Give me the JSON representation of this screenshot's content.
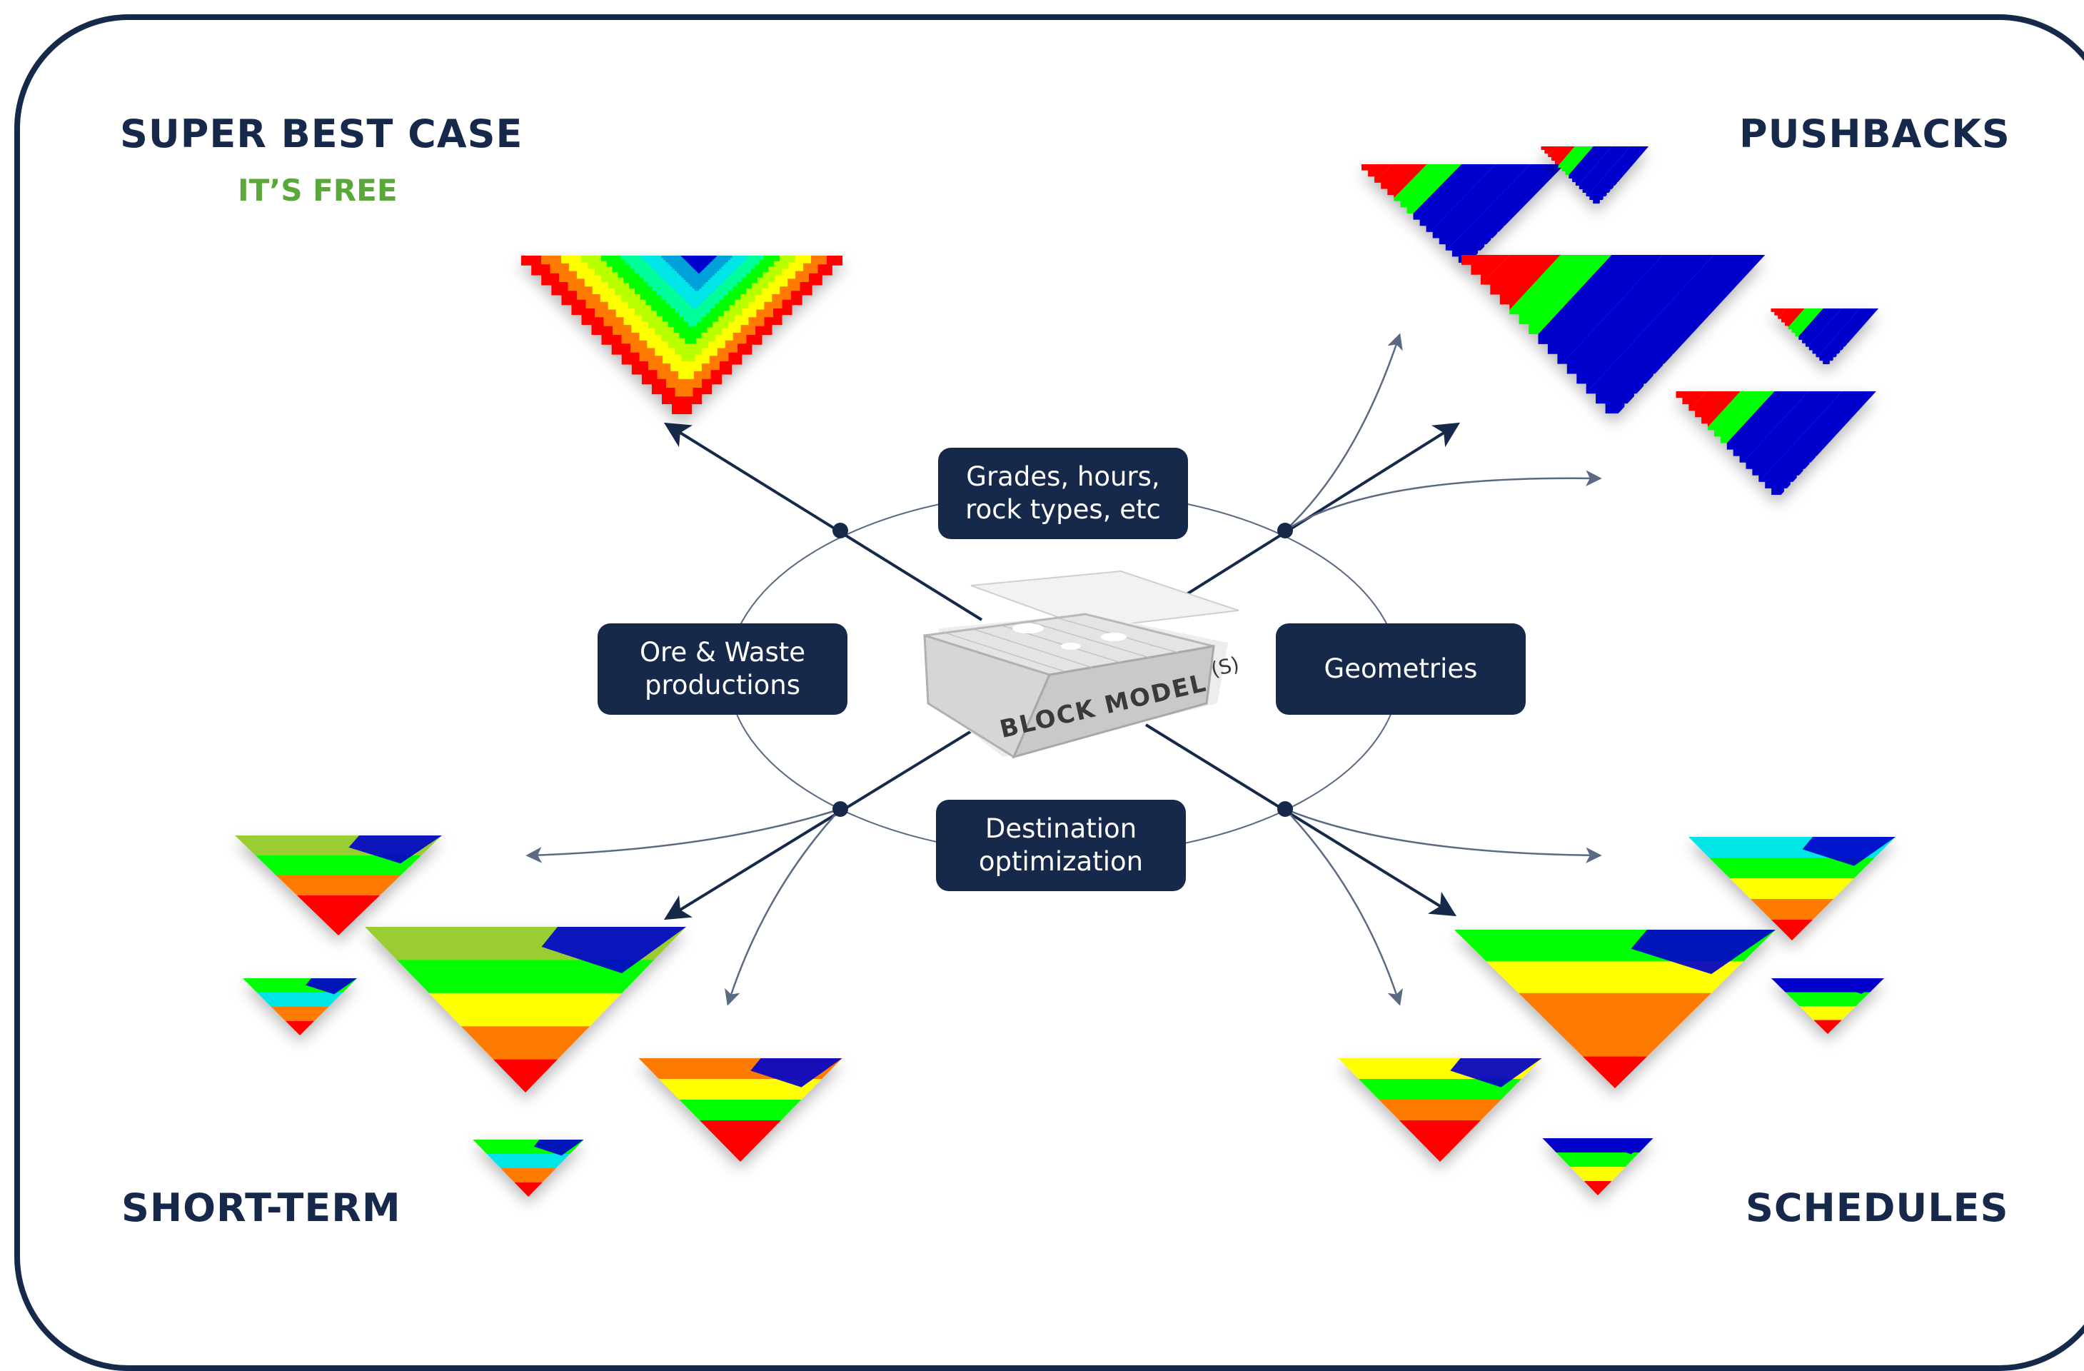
{
  "titles": {
    "super_best_case": "SUPER BEST CASE",
    "its_free": "IT’S FREE",
    "pushbacks": "PUSHBACKS",
    "short_term": "SHORT-TERM",
    "schedules": "SCHEDULES"
  },
  "center": {
    "block_model": "BLOCK MODEL",
    "suffix": "(S)"
  },
  "labels": {
    "grades": "Grades, hours,\nrock types, etc",
    "ore_waste": "Ore & Waste\nproductions",
    "geometries": "Geometries",
    "destination": "Destination\noptimization"
  },
  "colors": {
    "navy": "#16294a",
    "green_accent": "#5aa83a",
    "red": "#ff0000",
    "orange": "#ff7a00",
    "yellow": "#ffff00",
    "lime": "#9acd32",
    "green": "#00ff00",
    "cyan": "#00e5e5",
    "blue": "#0000cc"
  }
}
